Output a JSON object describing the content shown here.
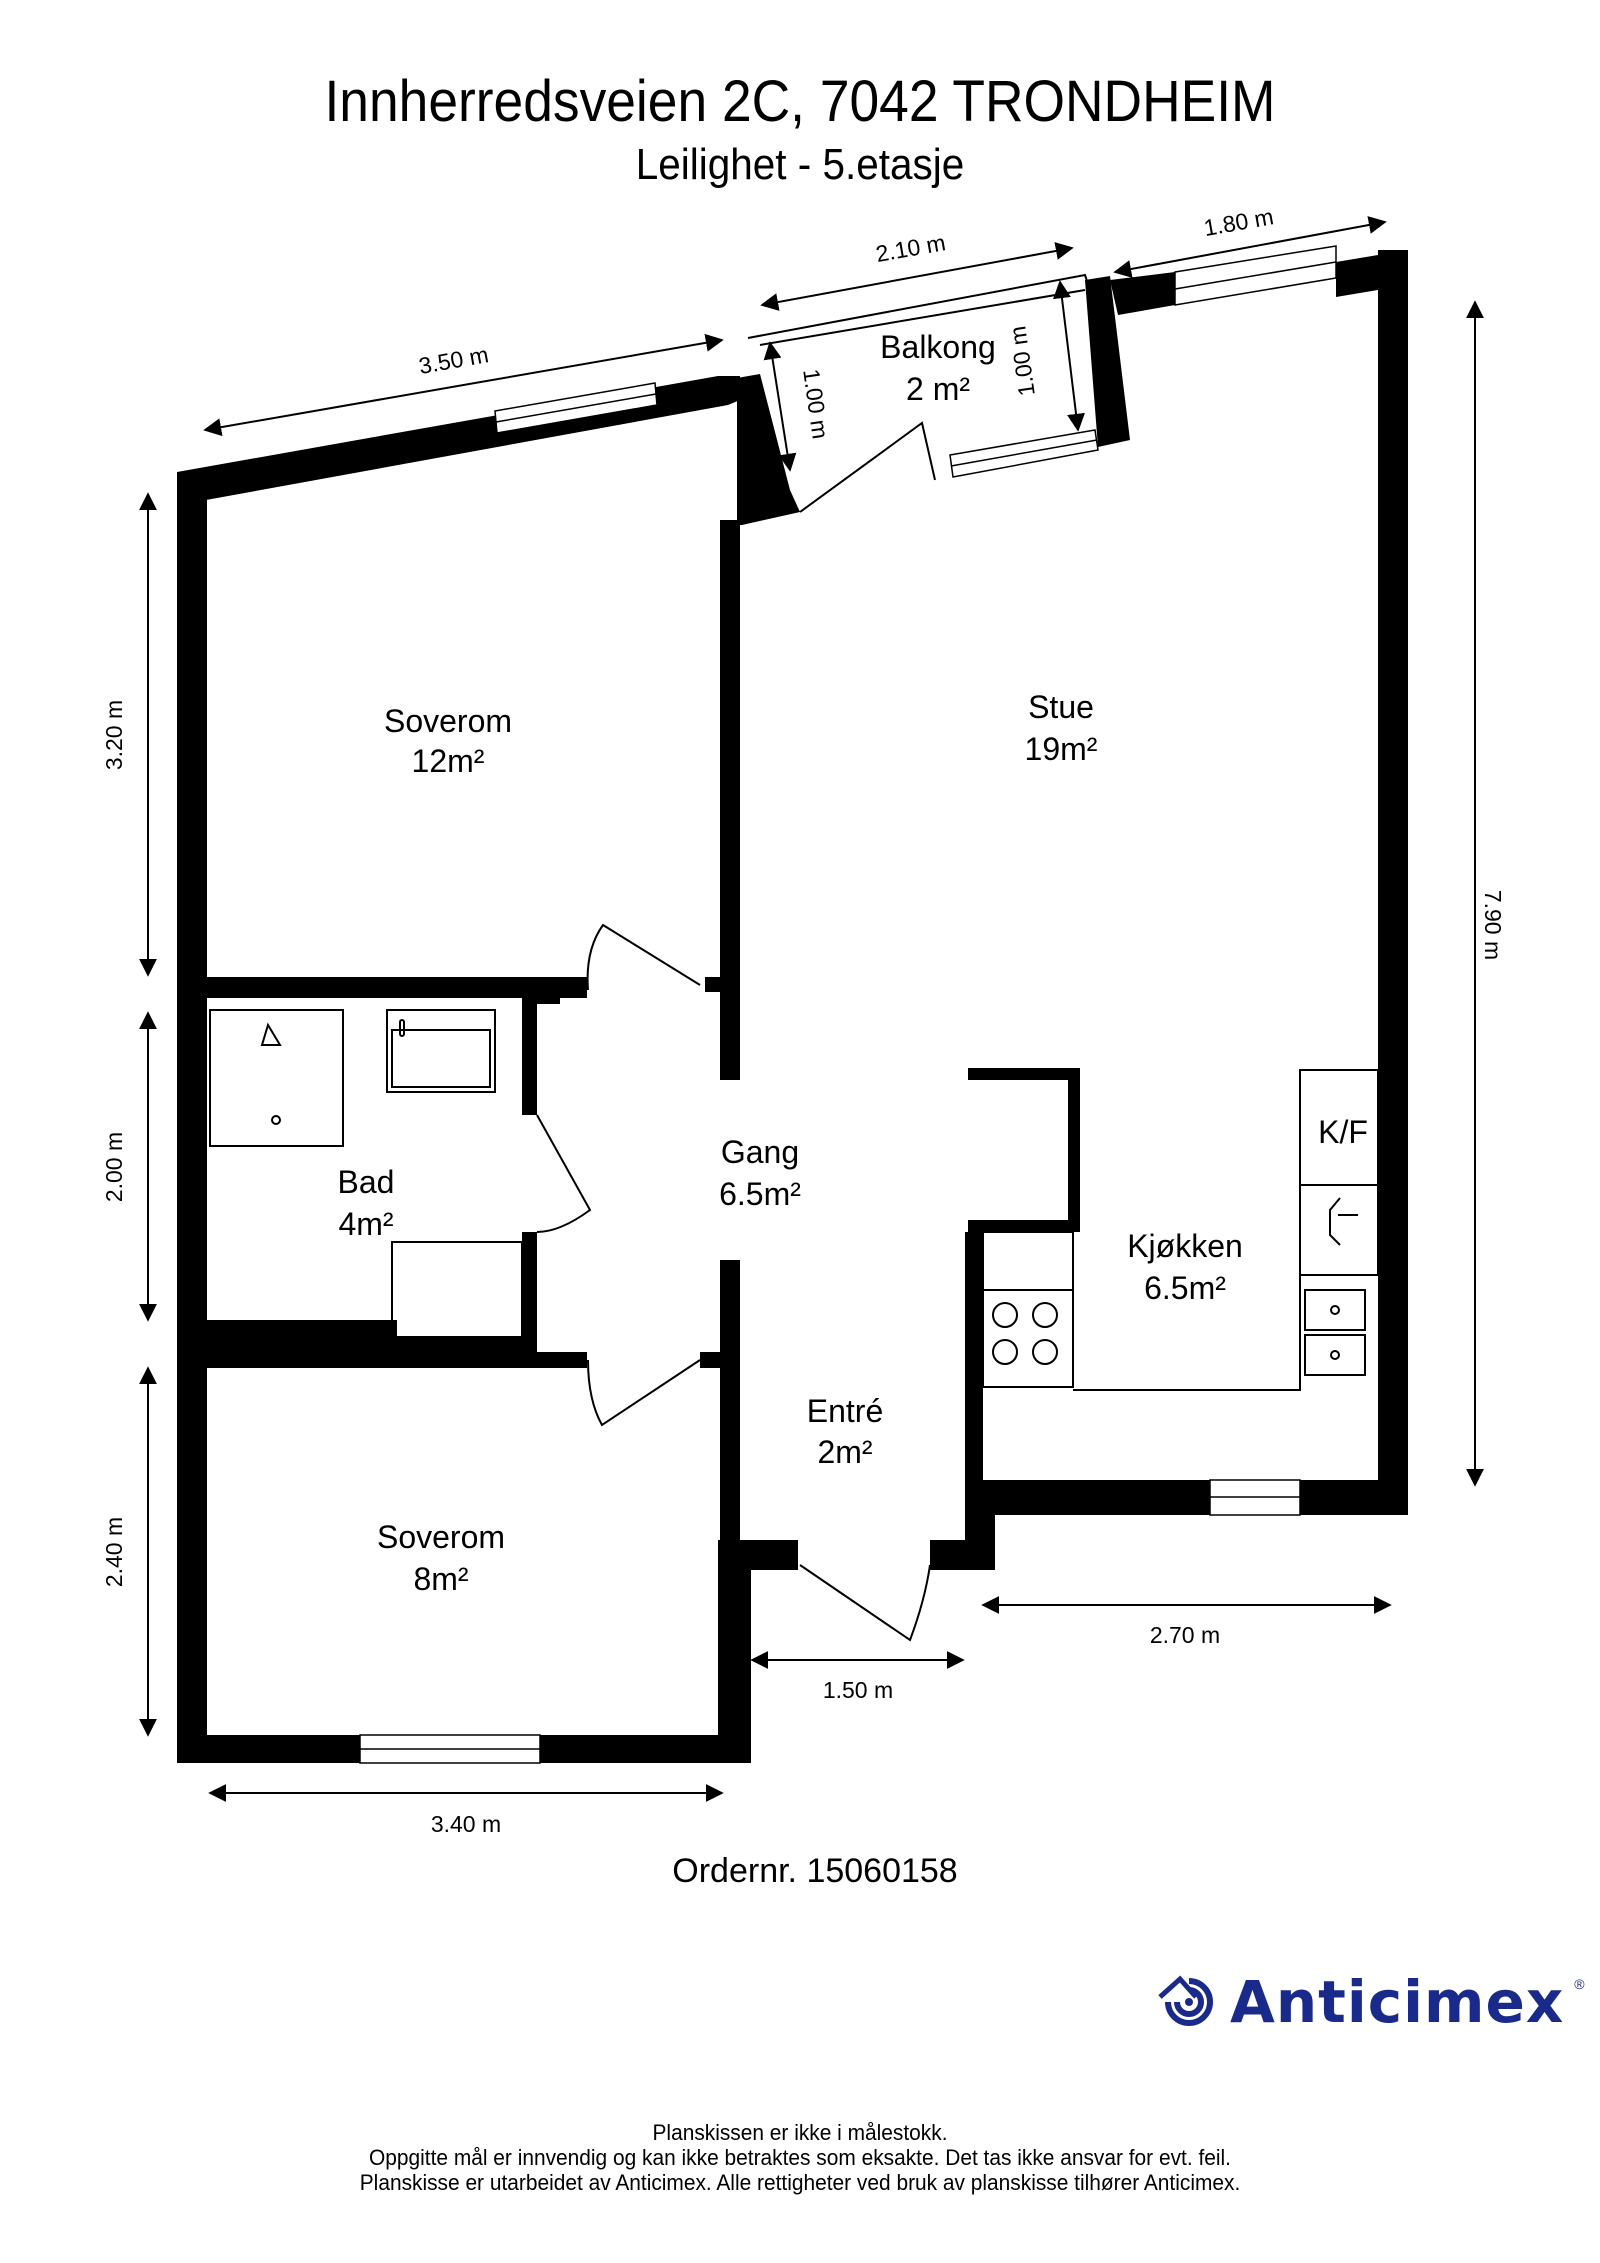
{
  "header": {
    "title": "Innherredsveien 2C, 7042 TRONDHEIM",
    "subtitle": "Leilighet - 5.etasje"
  },
  "rooms": {
    "soverom_top": {
      "name": "Soverom",
      "area": "12m²"
    },
    "stue": {
      "name": "Stue",
      "area": "19m²"
    },
    "balkong": {
      "name": "Balkong",
      "area": "2 m²"
    },
    "bad": {
      "name": "Bad",
      "area": "4m²"
    },
    "gang": {
      "name": "Gang",
      "area": "6.5m²"
    },
    "kjokken": {
      "name": "Kjøkken",
      "area": "6.5m²"
    },
    "entre": {
      "name": "Entré",
      "area": "2m²"
    },
    "soverom_bottom": {
      "name": "Soverom",
      "area": "8m²"
    },
    "kf": "K/F"
  },
  "dimensions": {
    "soverom_top_width": "3.50 m",
    "balkong_width": "2.10 m",
    "stue_top_width": "1.80 m",
    "balkong_depth_left": "1.00 m",
    "balkong_depth_right": "1.00 m",
    "soverom_top_height": "3.20 m",
    "bad_height": "2.00 m",
    "soverom_bottom_height": "2.40 m",
    "stue_height": "7.90 m",
    "kjokken_width": "2.70 m",
    "entre_width": "1.50 m",
    "soverom_bottom_width": "3.40 m"
  },
  "order": "Ordernr. 15060158",
  "brand": {
    "name": "Anticimex",
    "registered": "®",
    "color": "#1a2a8a"
  },
  "footer": {
    "line1": "Planskissen er ikke i målestokk.",
    "line2": "Oppgitte mål er innvendig og kan ikke betraktes som eksakte. Det tas ikke ansvar for evt. feil.",
    "line3": "Planskisse er utarbeidet av Anticimex. Alle rettigheter ved bruk av planskisse tilhører Anticimex."
  }
}
